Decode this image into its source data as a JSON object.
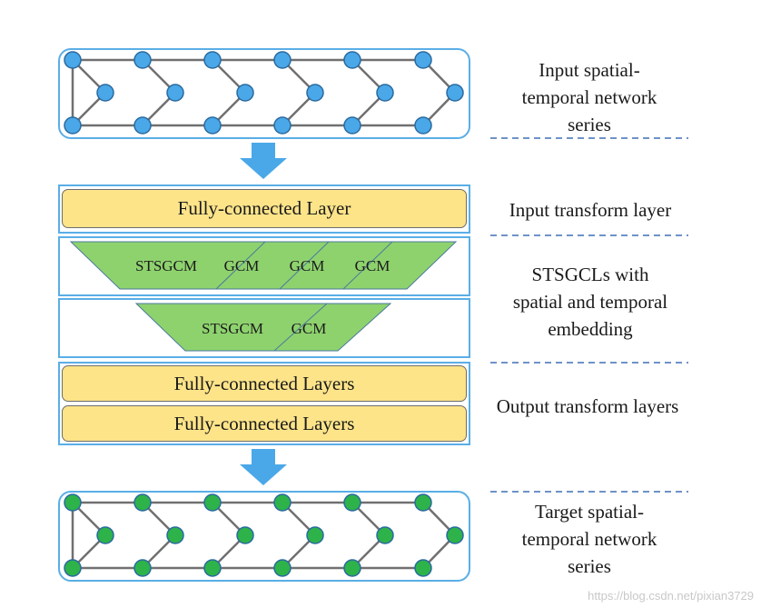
{
  "diagram": {
    "input_graph_label": "Input spatial-\ntemporal network\nseries",
    "input_transform_label": "Input transform layer",
    "stsgcl_label": "STSGCLs with\nspatial and temporal\nembedding",
    "output_transform_label": "Output transform layers",
    "target_graph_label": "Target spatial-\ntemporal network\nseries",
    "fc_input": "Fully-connected Layer",
    "fc_output_1": "Fully-connected Layers",
    "fc_output_2": "Fully-connected Layers",
    "stsgcm_row1": [
      "STSGCM",
      "GCM",
      "GCM",
      "GCM"
    ],
    "stsgcm_row2": [
      "STSGCM",
      "GCM"
    ],
    "watermark": "https://blog.csdn.net/pixian3729"
  },
  "colors": {
    "border_blue": "#5aaee6",
    "input_node": "#4aa8e8",
    "target_node": "#2db34a",
    "edge": "#707070",
    "fc_fill": "#fde489",
    "stsgcm_fill": "#8ed26e",
    "arrow": "#4aa8e8",
    "dash": "#3f6fb5"
  }
}
